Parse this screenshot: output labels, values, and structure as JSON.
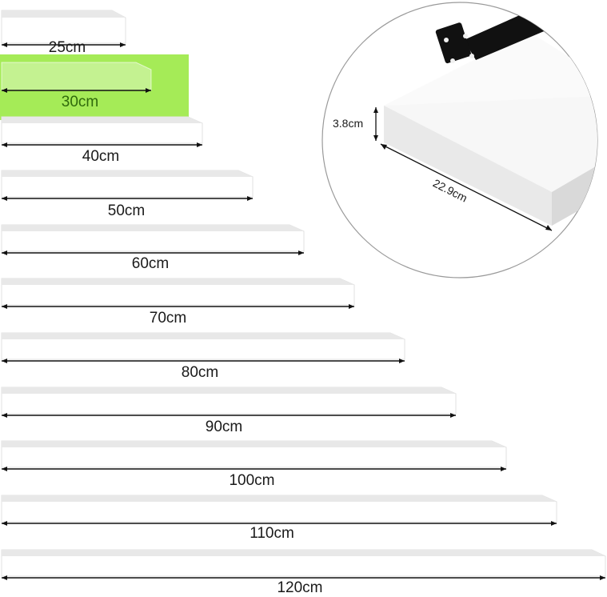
{
  "sizes": [
    {
      "label": "25cm",
      "length_cm": 25,
      "selected": false
    },
    {
      "label": "30cm",
      "length_cm": 30,
      "selected": true
    },
    {
      "label": "40cm",
      "length_cm": 40,
      "selected": false
    },
    {
      "label": "50cm",
      "length_cm": 50,
      "selected": false
    },
    {
      "label": "60cm",
      "length_cm": 60,
      "selected": false
    },
    {
      "label": "70cm",
      "length_cm": 70,
      "selected": false
    },
    {
      "label": "80cm",
      "length_cm": 80,
      "selected": false
    },
    {
      "label": "90cm",
      "length_cm": 90,
      "selected": false
    },
    {
      "label": "100cm",
      "length_cm": 100,
      "selected": false
    },
    {
      "label": "110cm",
      "length_cm": 110,
      "selected": false
    },
    {
      "label": "120cm",
      "length_cm": 120,
      "selected": false
    }
  ],
  "detail": {
    "height_label": "3.8cm",
    "depth_label": "22.9cm"
  },
  "colors": {
    "highlight": "#8ce628",
    "shelf_face": "#f2f2f2",
    "bracket": "#111111"
  }
}
